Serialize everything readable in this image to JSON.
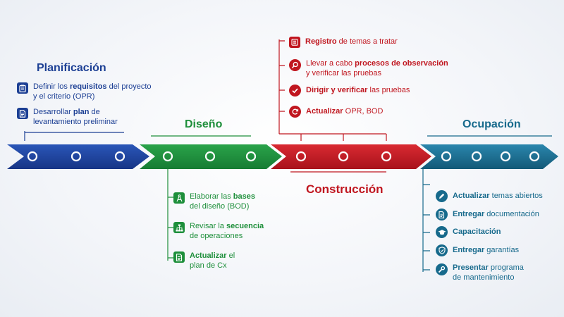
{
  "colors": {
    "planificacion": "#1c3f94",
    "diseno": "#1e8f3b",
    "construccion": "#c0161f",
    "ocupacion": "#176a8c"
  },
  "phases": {
    "planificacion": {
      "title": "Planificación",
      "items": [
        {
          "icon": "clipboard-icon",
          "pre": "Definir los ",
          "bold": "requisitos",
          "post": " del proyecto",
          "line2": "y el criterio (OPR)"
        },
        {
          "icon": "document-icon",
          "pre": "Desarrollar ",
          "bold": "plan",
          "post": " de",
          "line2": "levantamiento preliminar"
        }
      ]
    },
    "diseno": {
      "title": "Diseño",
      "items": [
        {
          "icon": "compass-icon",
          "pre": "Elaborar las ",
          "bold": "bases",
          "post": "",
          "line2": "del diseño (BOD)"
        },
        {
          "icon": "hierarchy-icon",
          "pre": "Revisar la ",
          "bold": "secuencia",
          "post": "",
          "line2": "de operaciones"
        },
        {
          "icon": "document-icon",
          "pre": "",
          "bold": "Actualizar",
          "post": " el",
          "line2": "plan de Cx"
        }
      ]
    },
    "construccion": {
      "title": "Construcción",
      "items": [
        {
          "icon": "list-icon",
          "pre": "",
          "bold": "Registro",
          "post": " de temas a tratar",
          "line2": ""
        },
        {
          "icon": "magnifier-icon",
          "pre": "Llevar a cabo ",
          "bold": "procesos de observación",
          "post": "",
          "line2": "y verificar las pruebas"
        },
        {
          "icon": "checkmark-icon",
          "pre": "",
          "bold": "Dirigir y verificar",
          "post": " las pruebas",
          "line2": ""
        },
        {
          "icon": "refresh-icon",
          "pre": "",
          "bold": "Actualizar",
          "post": " OPR, BOD",
          "line2": ""
        }
      ]
    },
    "ocupacion": {
      "title": "Ocupación",
      "items": [
        {
          "icon": "pencil-icon",
          "pre": "",
          "bold": "Actualizar",
          "post": " temas abiertos",
          "line2": ""
        },
        {
          "icon": "document-icon",
          "pre": "",
          "bold": "Entregar",
          "post": " documentación",
          "line2": ""
        },
        {
          "icon": "graduation-cap-icon",
          "pre": "",
          "bold": "Capacitación",
          "post": "",
          "line2": ""
        },
        {
          "icon": "shield-check-icon",
          "pre": "",
          "bold": "Entregar",
          "post": " garantías",
          "line2": ""
        },
        {
          "icon": "wrench-icon",
          "pre": "",
          "bold": "Presentar",
          "post": " programa",
          "line2": "de mantenimiento"
        }
      ]
    }
  }
}
